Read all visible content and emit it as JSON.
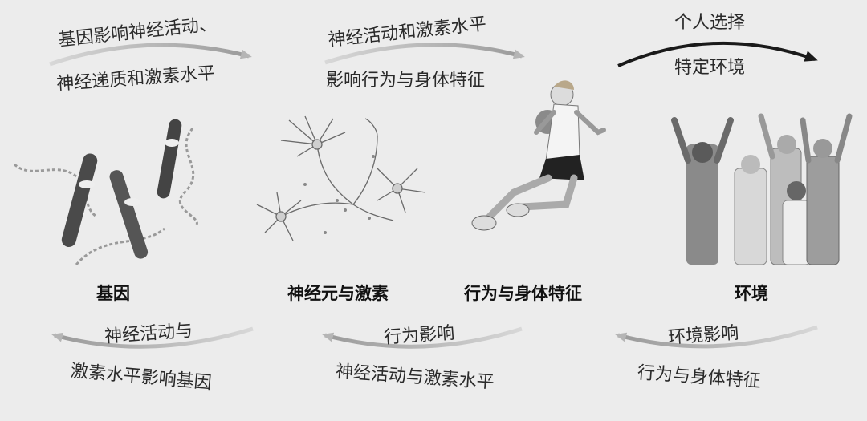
{
  "nodes": {
    "genes": "基因",
    "neurons_hormones": "神经元与激素",
    "behavior_physique": "行为与身体特征",
    "environment": "环境"
  },
  "top_arrows": {
    "a1": {
      "line1": "基因影响神经活动、",
      "line2": "神经递质和激素水平"
    },
    "a2": {
      "line1": "神经活动和激素水平",
      "line2": "影响行为与身体特征"
    },
    "a3": {
      "line1": "个人选择",
      "line2": "特定环境"
    }
  },
  "bottom_arrows": {
    "b1": {
      "line1": "神经活动与",
      "line2": "激素水平影响基因"
    },
    "b2": {
      "line1": "行为影响",
      "line2": "神经活动与激素水平"
    },
    "b3": {
      "line1": "环境影响",
      "line2": "行为与身体特征"
    }
  },
  "colors": {
    "background": "#ececec",
    "arrow_dark": "#1a1a1a",
    "arrow_light": "#b5b5b5",
    "chromosome": "#4a4a4a"
  },
  "icons": [
    "chromosome-illustration",
    "neuron-illustration",
    "basketball-player-illustration",
    "cheering-crowd-illustration"
  ]
}
